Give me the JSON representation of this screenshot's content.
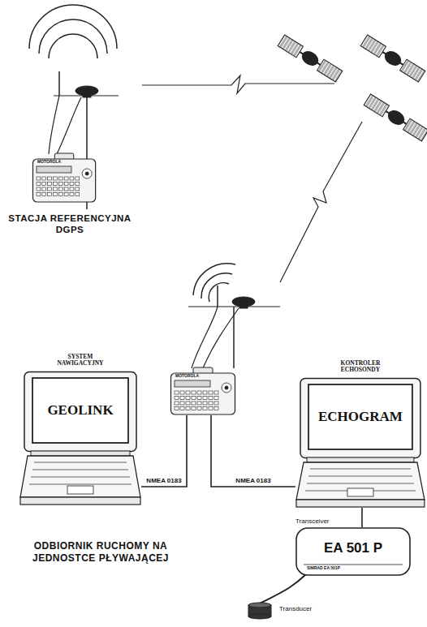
{
  "diagram": {
    "nodes": [
      {
        "text": [
          "MOTOROLA"
        ]
      },
      {
        "text": [
          "SYSTEM NAWIGACYJNY",
          "GEOLINK"
        ]
      },
      {
        "text": [
          "MOTOROLA"
        ]
      },
      {
        "text": [
          "KONTROLER ECHOSONDY",
          "ECHOGRAM"
        ]
      },
      {
        "text": [
          "Transceiver",
          "EA 501 P",
          "SIMRAD EA 501P"
        ]
      },
      {
        "text": [
          "Transducer"
        ]
      }
    ],
    "edges": [
      {
        "from": 2,
        "to": 1,
        "label": "NMEA 0183",
        "arrow": "none"
      },
      {
        "from": 2,
        "to": 3,
        "label": "NMEA 0183",
        "arrow": "none"
      },
      {
        "from": 3,
        "to": 4,
        "arrow": "none"
      },
      {
        "from": 4,
        "to": 5,
        "arrow": "none"
      }
    ],
    "labels": [
      "STACJA REFERENCYJNA DGPS",
      "ODBIORNIK RUCHOMY NA JEDNOSTCE PŁYWAJĄCEJ"
    ]
  }
}
